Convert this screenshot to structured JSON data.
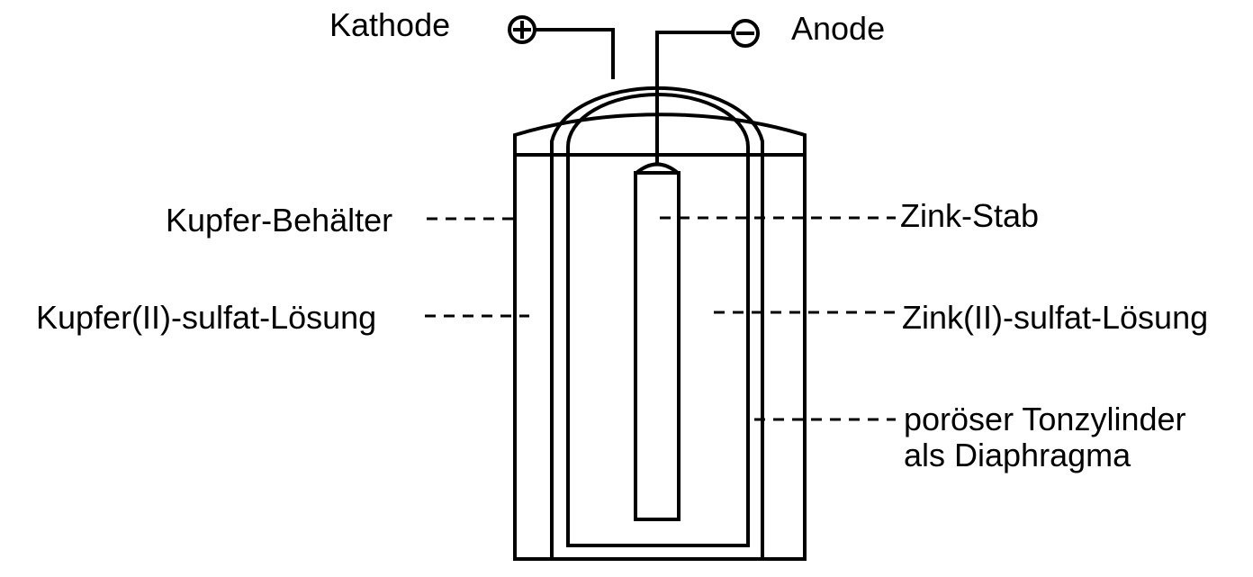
{
  "labels": {
    "kathode": "Kathode",
    "anode": "Anode",
    "kupfer_behaelter": "Kupfer-Behälter",
    "kupfer_sulfat": "Kupfer(II)-sulfat-Lösung",
    "zink_stab": "Zink-Stab",
    "zink_sulfat": "Zink(II)-sulfat-Lösung",
    "tonzylinder_line1": "poröser Tonzylinder",
    "tonzylinder_line2": "als Diaphragma"
  },
  "colors": {
    "stroke": "#000000",
    "background": "#ffffff"
  },
  "icons": {
    "positive_terminal": "plus-circle-icon",
    "negative_terminal": "minus-circle-icon"
  }
}
